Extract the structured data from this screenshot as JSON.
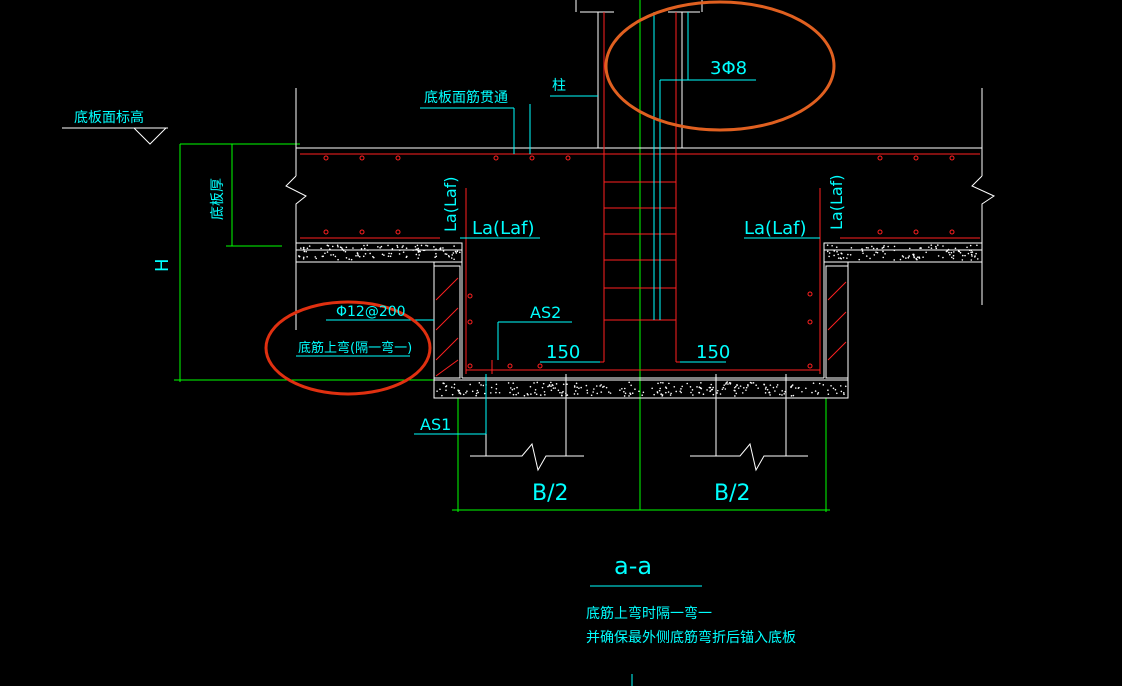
{
  "labels": {
    "slab_top_elevation": "底板面标高",
    "top_rebar_continuous": "底板面筋贯通",
    "column": "柱",
    "stirrups": "3Φ8",
    "slab_thickness": "底板厚",
    "height": "H",
    "anchor_left": "La(Laf)",
    "anchor_left_vertical": "La(Laf)",
    "anchor_right": "La(Laf)",
    "anchor_right_vertical": "La(Laf)",
    "rebar_spec": "Φ12@200",
    "bottom_bent_up": "底筋上弯(隔一弯一)",
    "as2": "AS2",
    "as1": "AS1",
    "dim_150_left": "150",
    "dim_150_right": "150",
    "half_width_left": "B/2",
    "half_width_right": "B/2",
    "section_title": "a-a",
    "note_line1": "底筋上弯时隔一弯一",
    "note_line2": "并确保最外侧底筋弯折后锚入底板"
  },
  "colors": {
    "background": "#000000",
    "concrete": "#ffffff",
    "rebar": "#ff2020",
    "dimension": "#00ff00",
    "text": "#00ffff",
    "highlight_circle": "#e06020",
    "hatch": "#ff2020"
  }
}
